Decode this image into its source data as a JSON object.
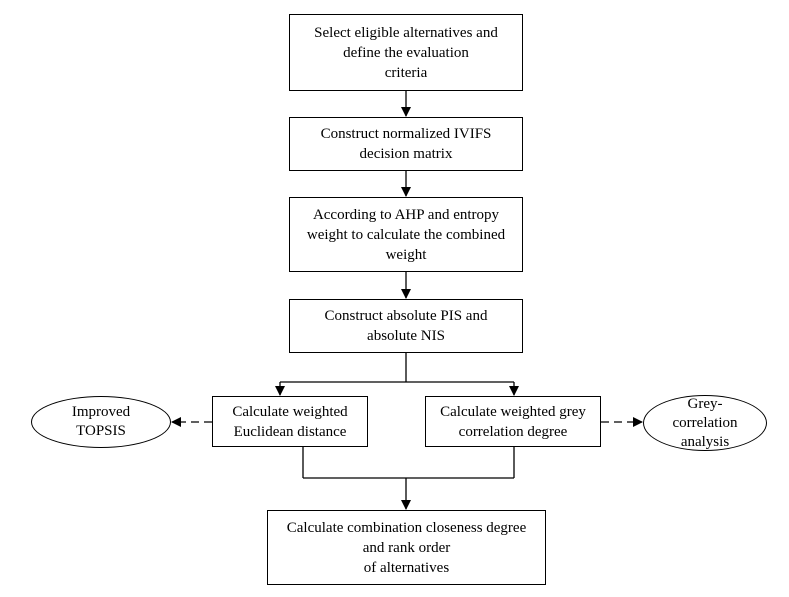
{
  "steps": {
    "select": "Select eligible alternatives and\ndefine the evaluation\ncriteria",
    "normalize": "Construct normalized IVIFS\ndecision matrix",
    "weight": "According to AHP  and entropy\nweight to calculate the combined\nweight",
    "pis_nis": "Construct absolute PIS and\nabsolute NIS",
    "euclidean": "Calculate weighted\nEuclidean distance",
    "grey_degree": "Calculate weighted grey\ncorrelation  degree",
    "closeness": "Calculate combination closeness degree\nand rank order\nof alternatives"
  },
  "methods": {
    "topsis": "Improved\nTOPSIS",
    "grey_analysis": "Grey-\ncorrelation\nanalysis"
  },
  "colors": {
    "line": "#000000",
    "fill": "#ffffff"
  }
}
